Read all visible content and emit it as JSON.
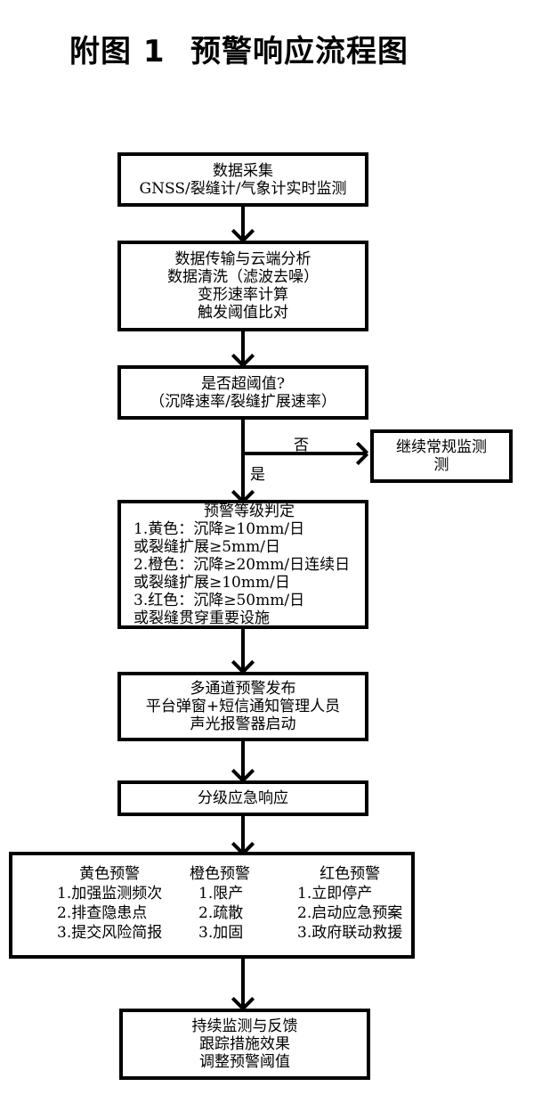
{
  "title": {
    "figure_number": "附图 1",
    "figure_name": "预警响应流程图"
  },
  "nodes": {
    "data_collection": {
      "lines": [
        "数据采集",
        "GNSS/裂缝计/气象计实时监测"
      ]
    },
    "transmission_analysis": {
      "lines": [
        "数据传输与云端分析",
        "数据清洗（滤波去噪）",
        "变形速率计算",
        "触发阈值比对"
      ]
    },
    "threshold_decision": {
      "lines": [
        "是否超阈值?",
        "（沉降速率/裂缝扩展速率）"
      ]
    },
    "continue_monitoring": {
      "lines": [
        "继续常规监测",
        "测"
      ]
    },
    "warning_level": {
      "heading": "预警等级判定",
      "lines": [
        "1.黄色：沉降≥10mm/日",
        "或裂缝扩展≥5mm/日",
        "2.橙色：沉降≥20mm/日连续日",
        "或裂缝扩展≥10mm/日",
        "3.红色：沉降≥50mm/日",
        "或裂缝贯穿重要设施"
      ]
    },
    "multichannel_release": {
      "lines": [
        "多通道预警发布",
        "平台弹窗+短信通知管理人员",
        "声光报警器启动"
      ]
    },
    "graded_response": {
      "lines": [
        "分级应急响应"
      ]
    },
    "response_measures": {
      "columns": [
        {
          "heading": "黄色预警",
          "items": [
            "1.加强监测频次",
            "2.排查隐患点",
            "3.提交风险简报"
          ]
        },
        {
          "heading": "橙色预警",
          "items": [
            "1.限产",
            "2.疏散",
            "3.加固"
          ]
        },
        {
          "heading": "红色预警",
          "items": [
            "1.立即停产",
            "2.启动应急预案",
            "3.政府联动救援"
          ]
        }
      ]
    },
    "continuous_feedback": {
      "lines": [
        "持续监测与反馈",
        "跟踪措施效果",
        "调整预警阈值"
      ]
    }
  },
  "edges": {
    "no_label": "否",
    "yes_label": "是"
  }
}
